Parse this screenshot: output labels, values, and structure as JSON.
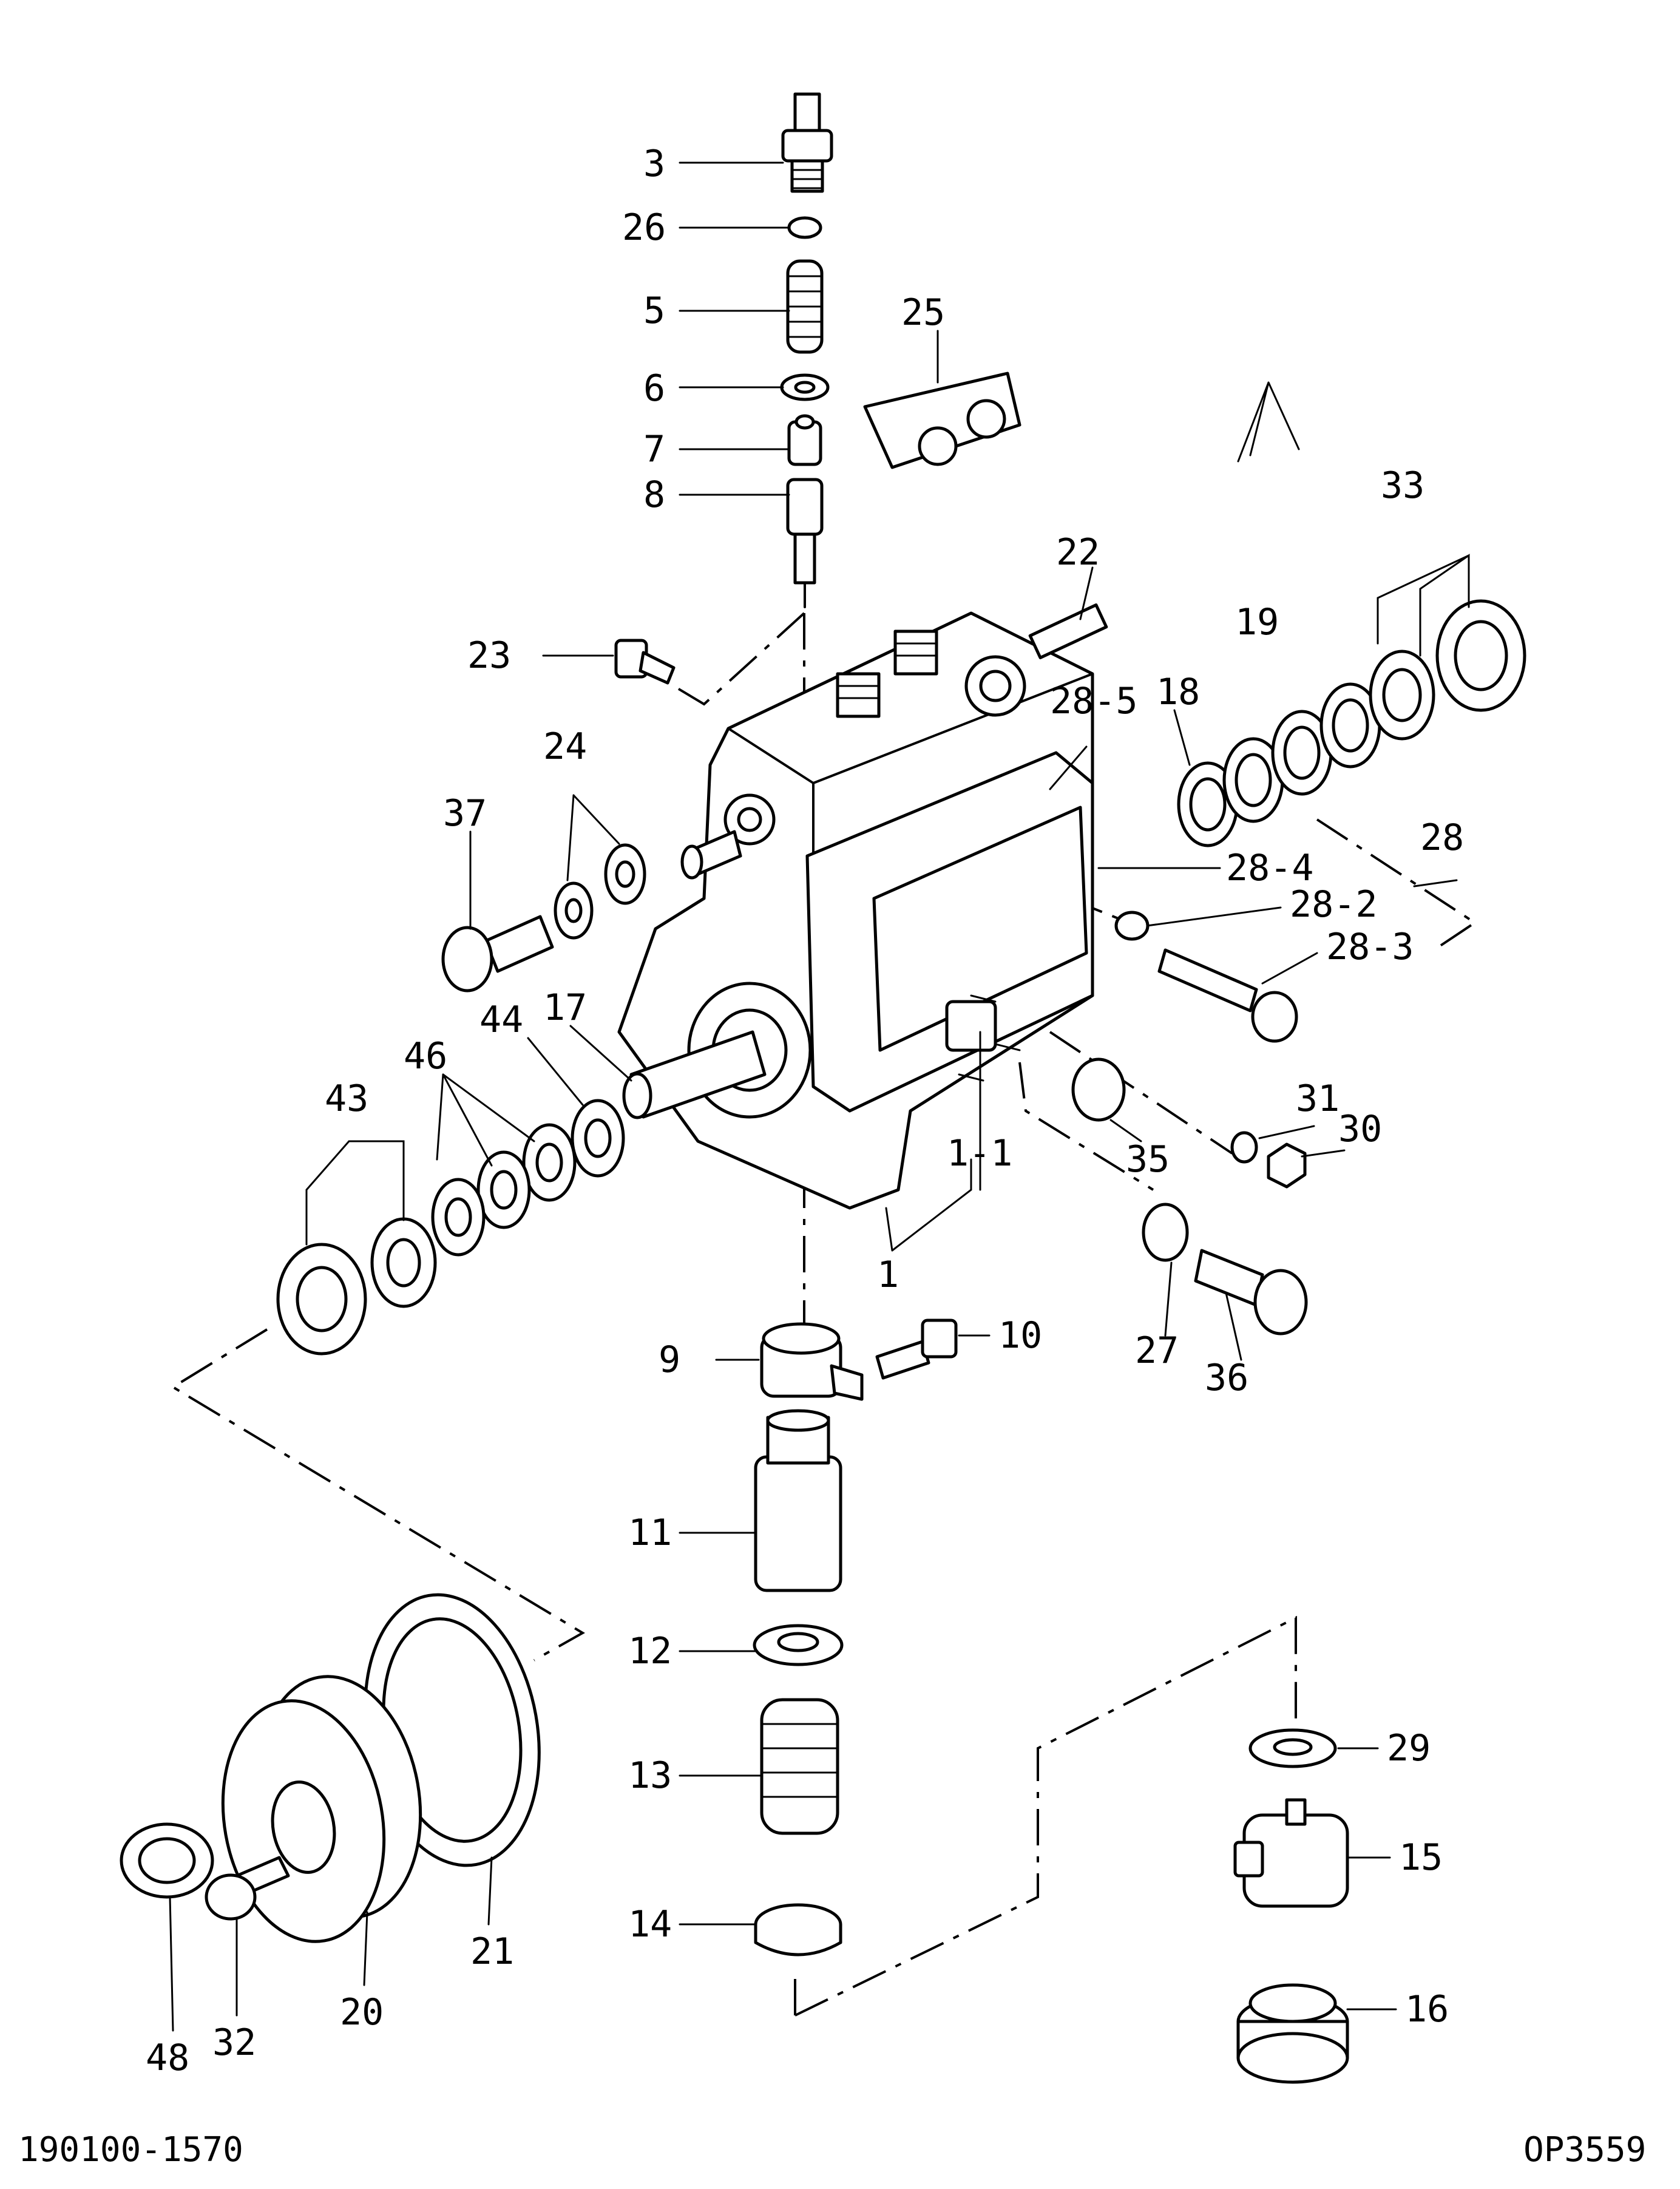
{
  "callouts": [
    "3",
    "26",
    "5",
    "6",
    "7",
    "8",
    "25",
    "22",
    "33",
    "19",
    "18",
    "23",
    "28-5",
    "24",
    "37",
    "28",
    "28-4",
    "28-2",
    "28-3",
    "17",
    "44",
    "46",
    "43",
    "31",
    "30",
    "35",
    "1-1",
    "1",
    "10",
    "9",
    "27",
    "36",
    "11",
    "12",
    "13",
    "29",
    "15",
    "14",
    "16",
    "21",
    "20",
    "48",
    "32"
  ],
  "footer": {
    "left": "190100-1570",
    "right": "OP3559"
  }
}
